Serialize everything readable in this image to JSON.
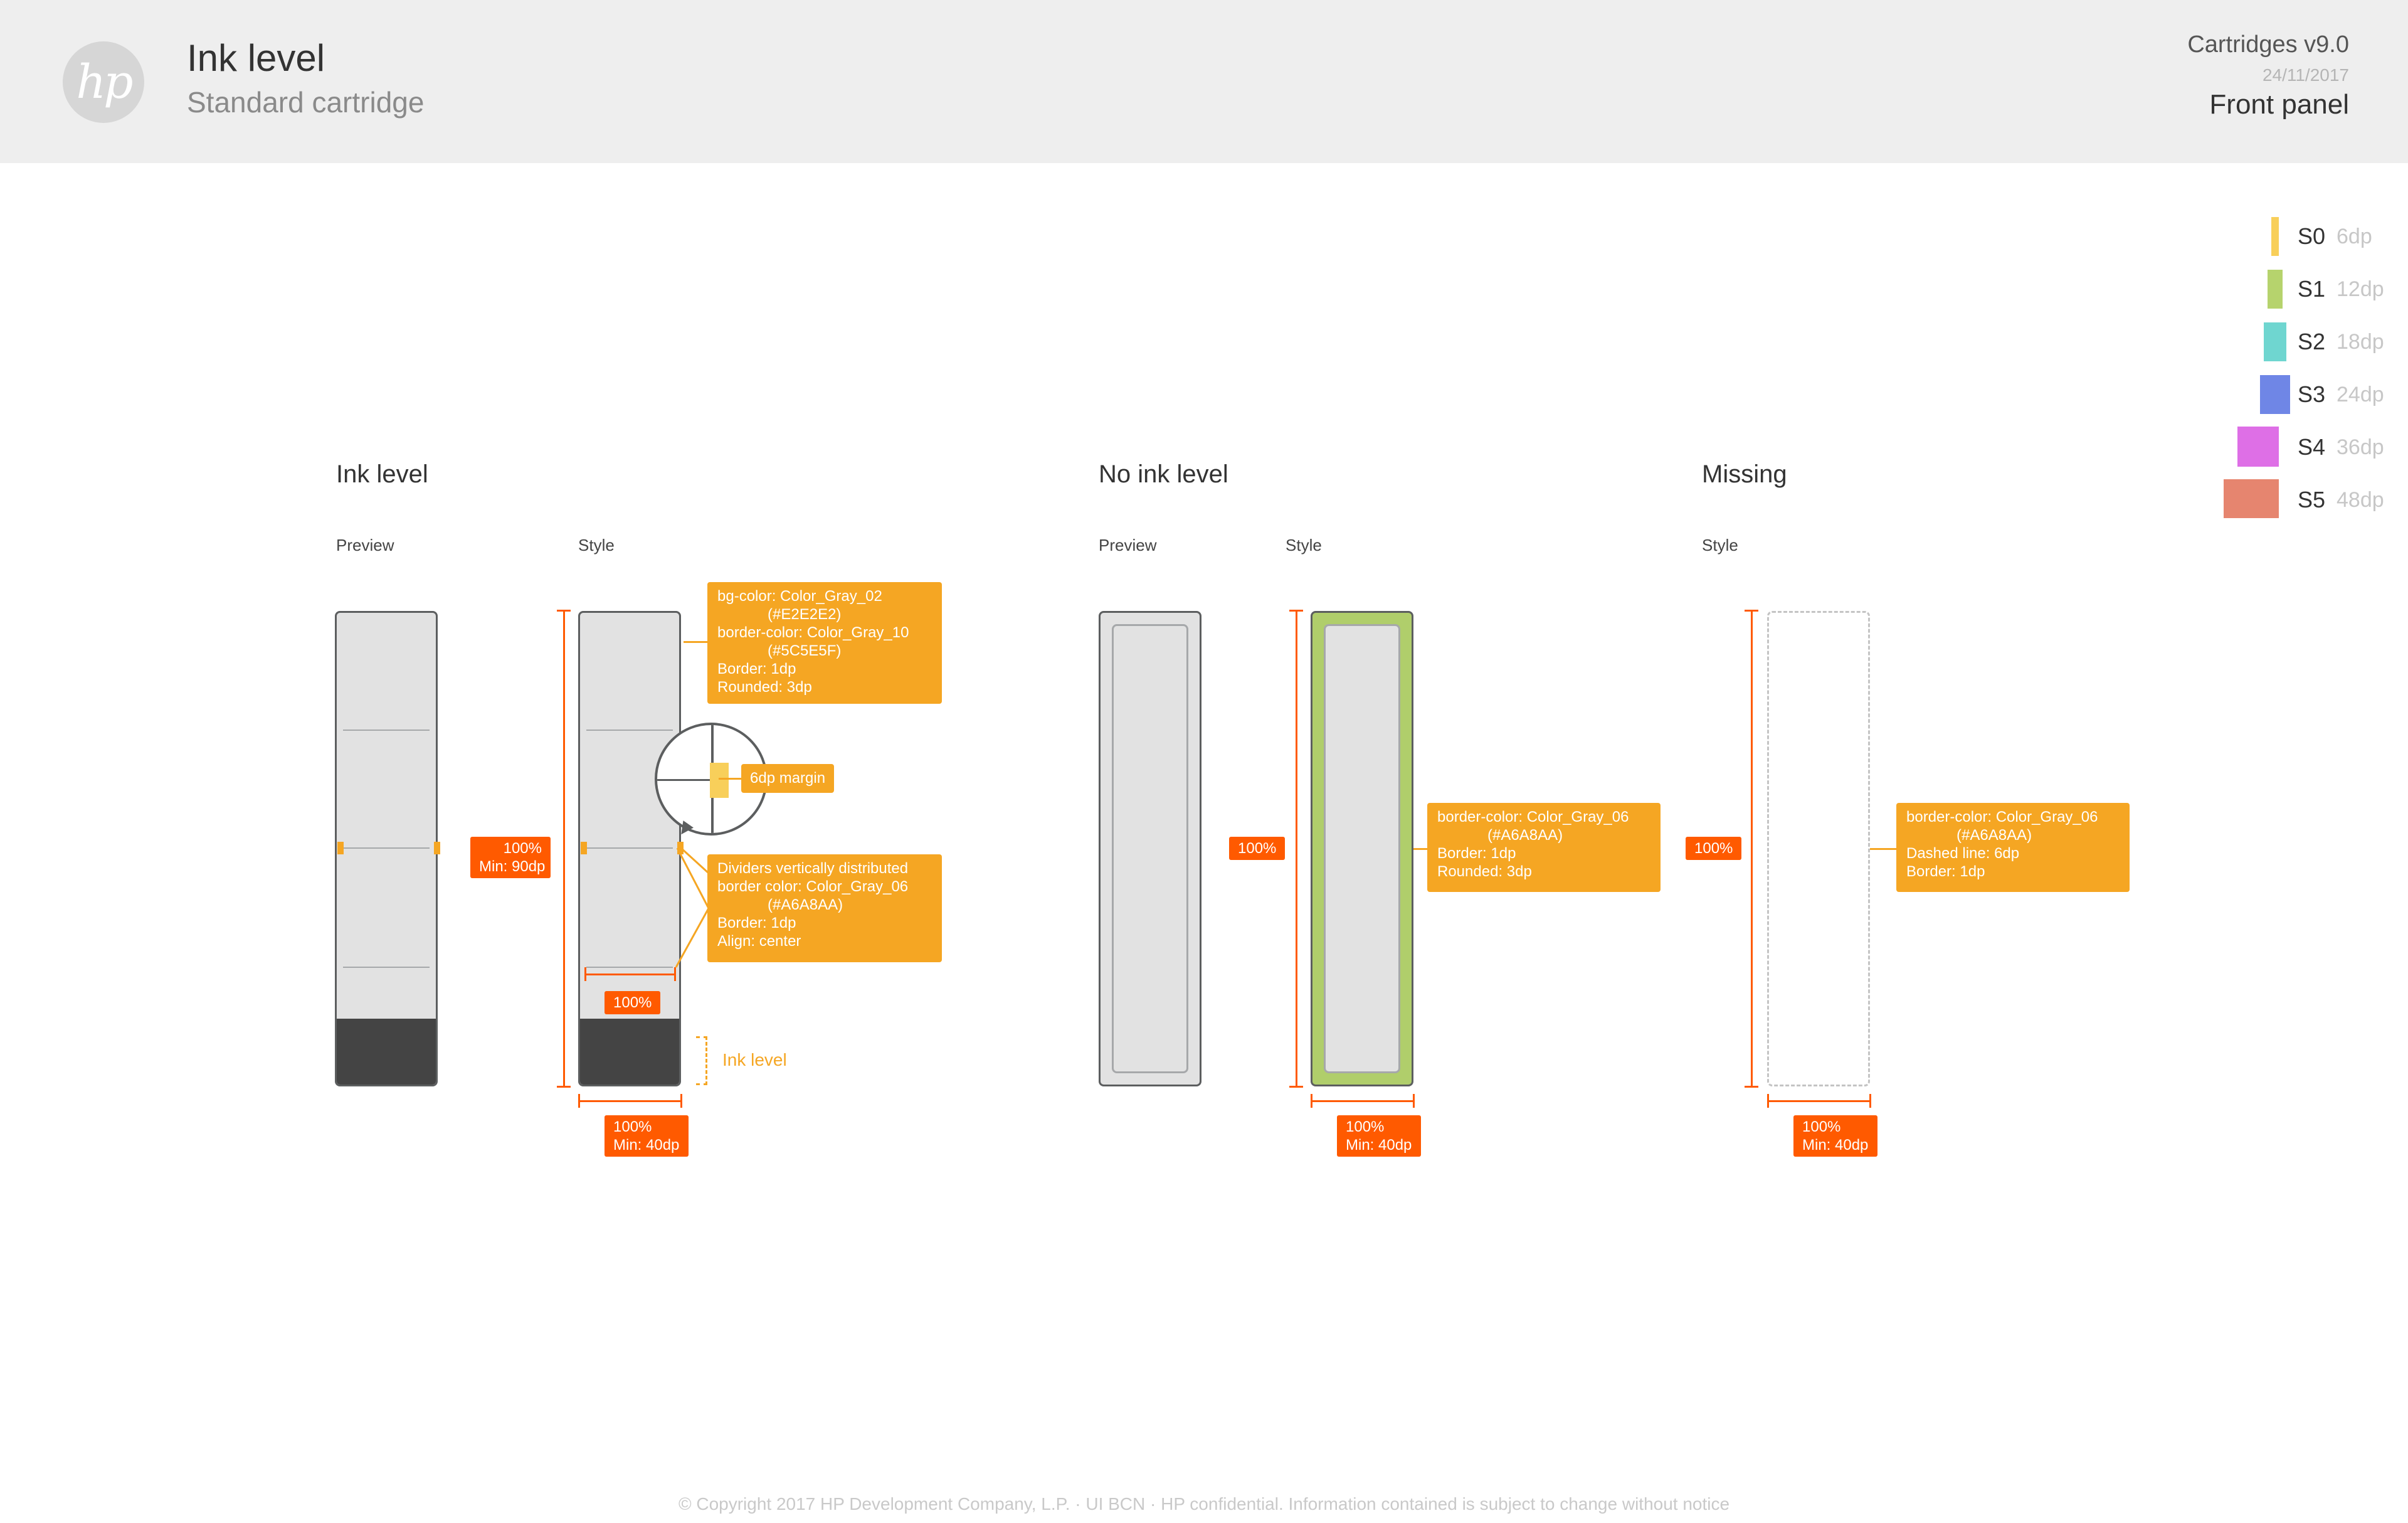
{
  "header": {
    "logo_text": "hp",
    "title": "Ink level",
    "subtitle": "Standard cartridge",
    "version": "Cartridges v9.0",
    "date": "24/11/2017",
    "panel": "Front panel"
  },
  "legend": [
    {
      "label": "S0",
      "size": "6dp",
      "color": "#f8cf5a"
    },
    {
      "label": "S1",
      "size": "12dp",
      "color": "#b6d36d"
    },
    {
      "label": "S2",
      "size": "18dp",
      "color": "#6fd6d0"
    },
    {
      "label": "S3",
      "size": "24dp",
      "color": "#6f86e6"
    },
    {
      "label": "S4",
      "size": "36dp",
      "color": "#de6fe6"
    },
    {
      "label": "S5",
      "size": "48dp",
      "color": "#e6856f"
    }
  ],
  "sections": {
    "ink_level": {
      "title": "Ink level",
      "preview": "Preview",
      "style": "Style"
    },
    "no_ink_level": {
      "title": "No ink level",
      "preview": "Preview",
      "style": "Style"
    },
    "missing": {
      "title": "Missing",
      "style": "Style"
    }
  },
  "annotations": {
    "bg_note": [
      "bg-color: Color_Gray_02",
      "            (#E2E2E2)",
      "border-color: Color_Gray_10",
      "            (#5C5E5F)",
      "Border: 1dp",
      "Rounded: 3dp"
    ],
    "margin_note": "6dp margin",
    "divider_note": [
      "Dividers vertically distributed",
      "border color: Color_Gray_06",
      "            (#A6A8AA)",
      "Border: 1dp",
      "Align: center"
    ],
    "height_badge_1": [
      "100%",
      "Min: 90dp"
    ],
    "inner_width_badge": "100%",
    "width_badge": [
      "100%",
      "Min: 40dp"
    ],
    "ink_level_label": "Ink level",
    "no_ink_note": [
      "border-color: Color_Gray_06",
      "            (#A6A8AA)",
      "Border: 1dp",
      "Rounded: 3dp"
    ],
    "no_ink_height_badge": "100%",
    "missing_note": [
      "border-color: Color_Gray_06",
      "            (#A6A8AA)",
      "Dashed line: 6dp",
      "Border: 1dp"
    ],
    "missing_height_badge": "100%"
  },
  "colors": {
    "bg": "#E2E2E2",
    "border": "#5C5E5F",
    "divider": "#A6A8AA",
    "ink": "#444444",
    "annotation": "#F5A623",
    "measure": "#FF5A00"
  },
  "ink_fill_fraction": 0.14,
  "footer": "© Copyright 2017 HP Development Company, L.P. · UI BCN · HP confidential. Information contained is subject to change without notice"
}
